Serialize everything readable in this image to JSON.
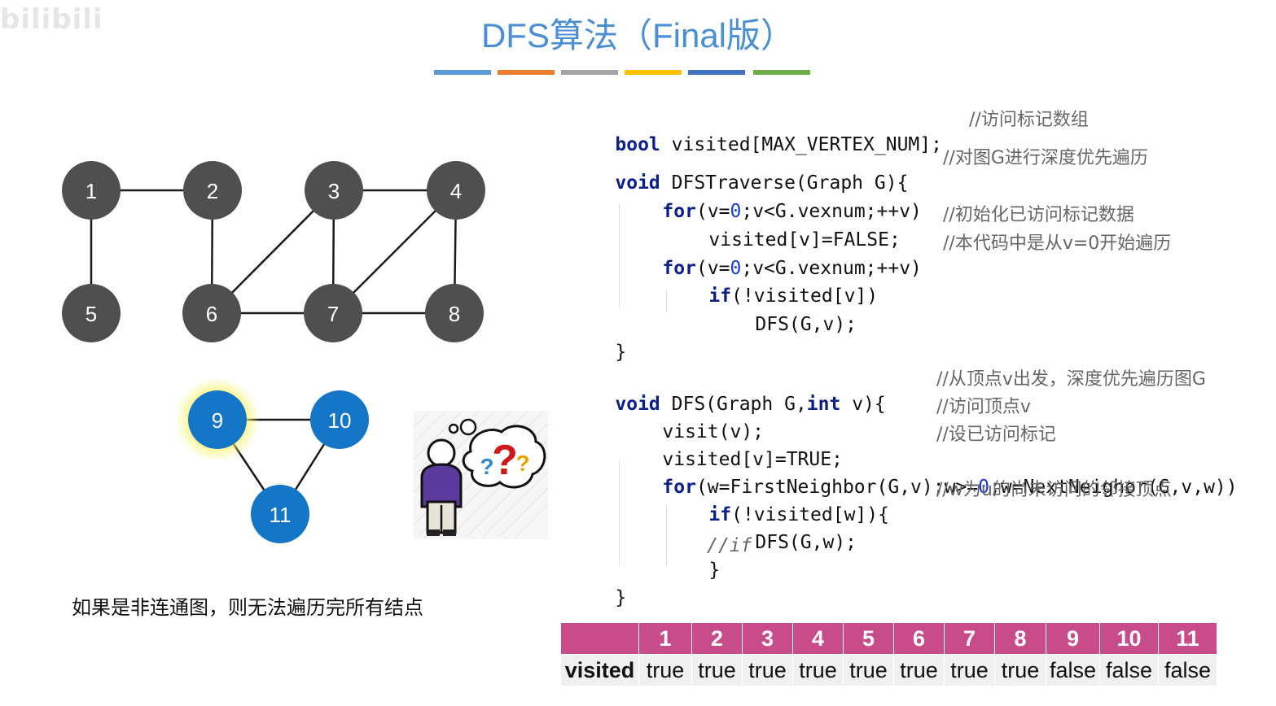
{
  "watermark": "bilibili",
  "title": "DFS算法（Final版）",
  "colors": {
    "title": "#4a8fd6",
    "node_gray": "#4f4f4f",
    "node_blue": "#1576c7",
    "highlight": "#f7f36a",
    "table_header": "#c94c8a",
    "table_rowhead": "#a8356a",
    "bars": [
      "#5b9bd5",
      "#ed7d31",
      "#a5a5a5",
      "#ffc000",
      "#4472c4",
      "#70ad47"
    ]
  },
  "graph": {
    "nodes": [
      "1",
      "2",
      "3",
      "4",
      "5",
      "6",
      "7",
      "8",
      "9",
      "10",
      "11"
    ],
    "edges": [
      [
        "1",
        "2"
      ],
      [
        "1",
        "5"
      ],
      [
        "2",
        "6"
      ],
      [
        "3",
        "4"
      ],
      [
        "3",
        "6"
      ],
      [
        "3",
        "7"
      ],
      [
        "4",
        "7"
      ],
      [
        "4",
        "8"
      ],
      [
        "6",
        "7"
      ],
      [
        "7",
        "8"
      ],
      [
        "9",
        "10"
      ],
      [
        "9",
        "11"
      ],
      [
        "10",
        "11"
      ]
    ],
    "highlighted_node": "9"
  },
  "caption": "如果是非连通图，则无法遍历完所有结点",
  "code": {
    "l1_kw": "bool",
    "l1_rest": " visited[MAX_VERTEX_NUM];",
    "l1_cm": "//访问标记数组",
    "l2_kw": "void",
    "l2_rest": " DFSTraverse(Graph G){",
    "l2_cm": "//对图G进行深度优先遍历",
    "l3_kw": "for",
    "l3_a": "(v=",
    "l3_num": "0",
    "l3_b": ";v<G.vexnum;++v)",
    "l4_rest": "visited[v]=FALSE;",
    "l4_cm": "//初始化已访问标记数据",
    "l5_kw": "for",
    "l5_a": "(v=",
    "l5_num": "0",
    "l5_b": ";v<G.vexnum;++v)",
    "l5_cm": "//本代码中是从v=0开始遍历",
    "l6_kw": "if",
    "l6_rest": "(!visited[v])",
    "l7_rest": "DFS(G,v);",
    "l8_rest": "}",
    "l9_kw": "void",
    "l9_a": " DFS(Graph G,",
    "l9_kw2": "int",
    "l9_b": " v){",
    "l9_cm": "//从顶点v出发，深度优先遍历图G",
    "l10_rest": "visit(v);",
    "l10_cm": "//访问顶点v",
    "l11_rest": "visited[v]=TRUE;",
    "l11_cm": "//设已访问标记",
    "l12_kw": "for",
    "l12_a": "(w=FirstNeighbor(G,v);w>=",
    "l12_num": "0",
    "l12_b": ";w=NextNeighor(G,v,w))",
    "l13_kw": "if",
    "l13_rest": "(!visited[w]){",
    "l13_cm": "//w为u的尚未访问的邻接顶点",
    "l14_rest": "DFS(G,w);",
    "l15_rest": "}",
    "l15_cm": "//if",
    "l16_rest": "}"
  },
  "visited_table": {
    "row_label": "visited",
    "columns": [
      "1",
      "2",
      "3",
      "4",
      "5",
      "6",
      "7",
      "8",
      "9",
      "10",
      "11"
    ],
    "values": [
      "true",
      "true",
      "true",
      "true",
      "true",
      "true",
      "true",
      "true",
      "false",
      "false",
      "false"
    ]
  },
  "thinker": {
    "bubble_text": "?",
    "icon": "confused-person-icon"
  }
}
